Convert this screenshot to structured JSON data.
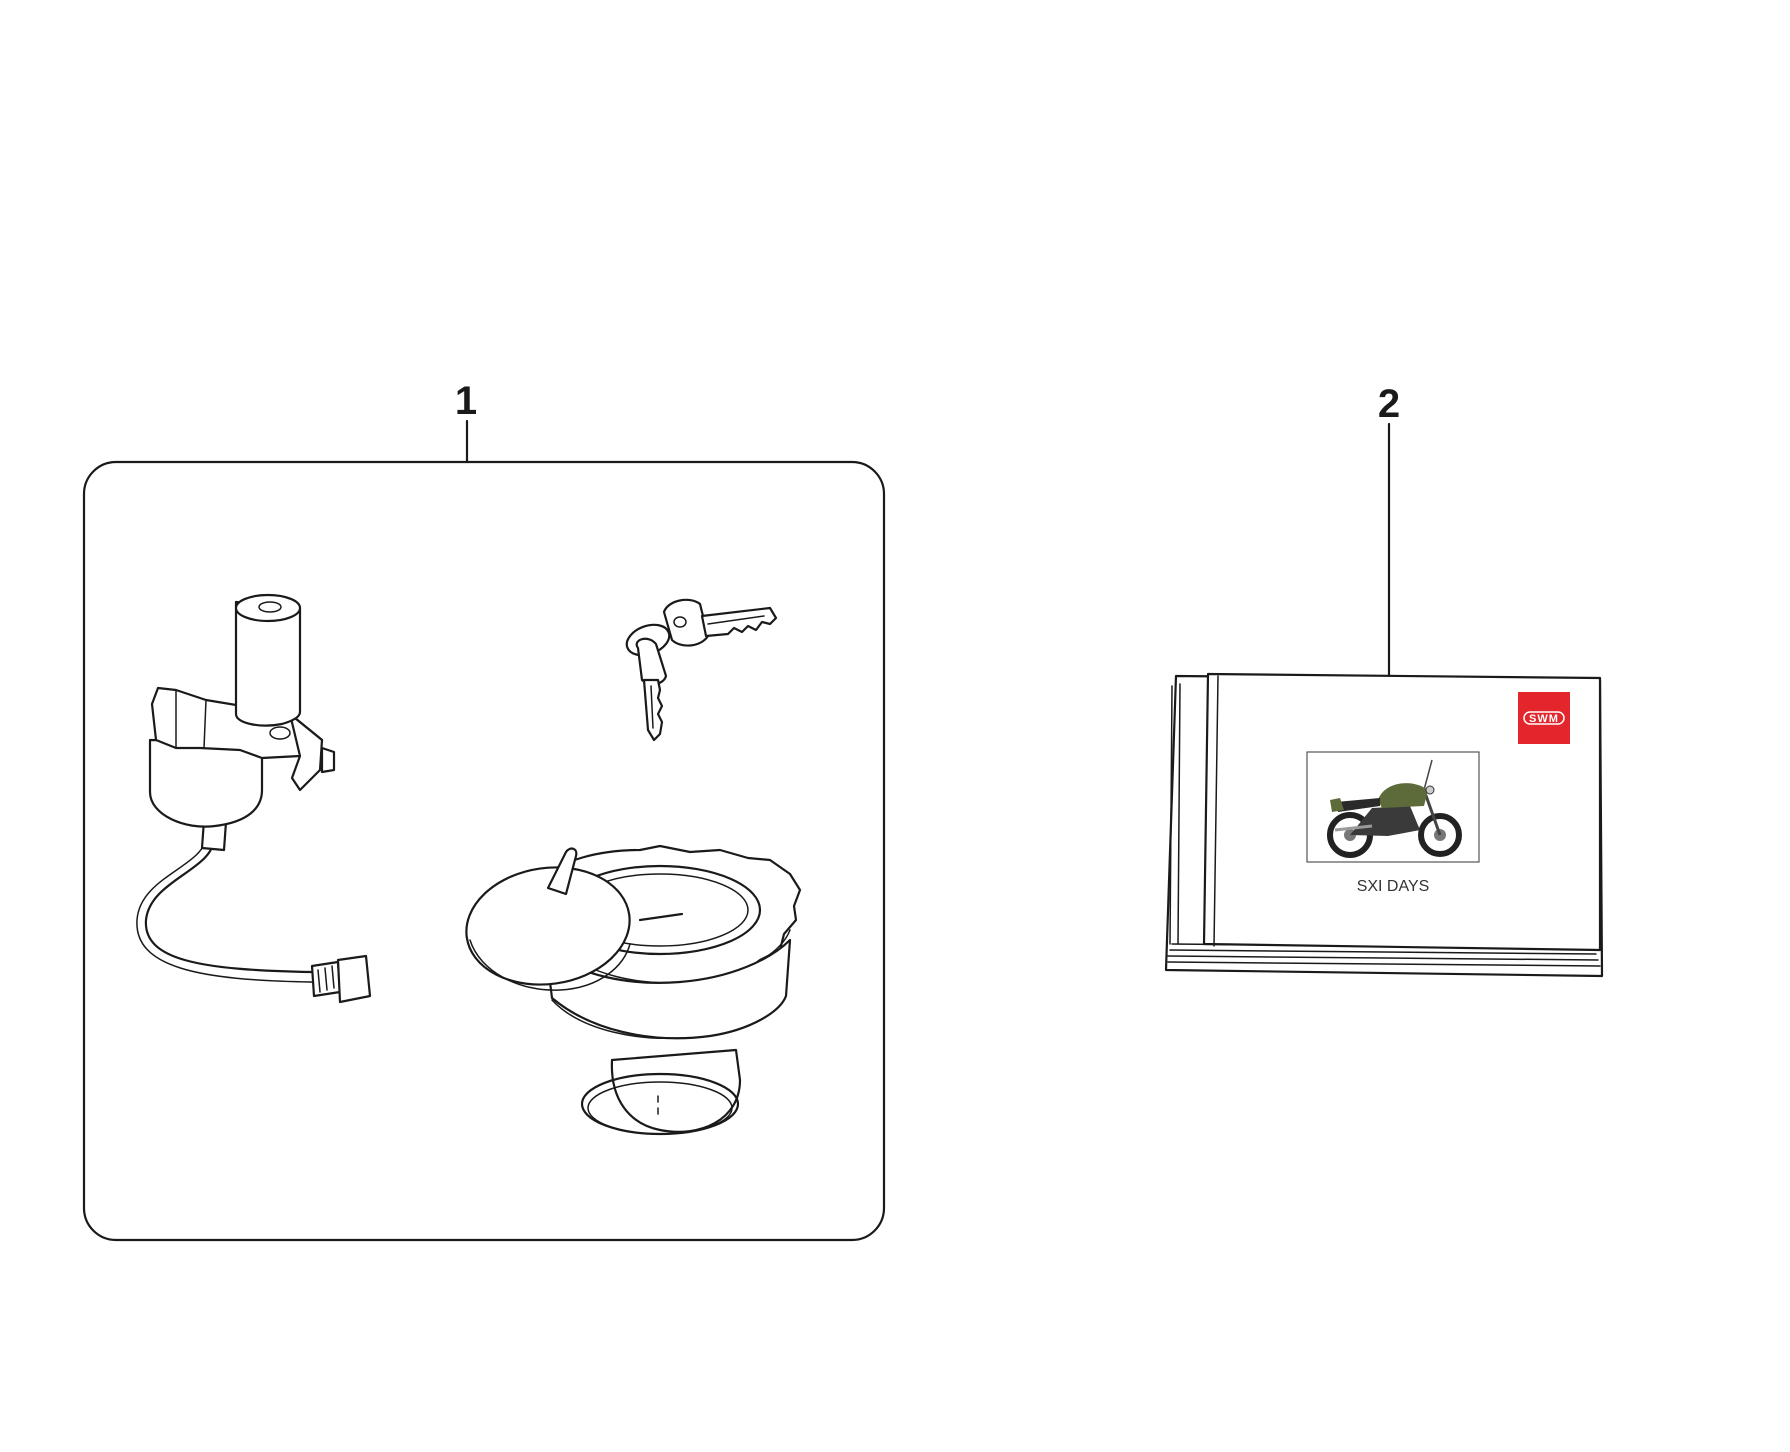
{
  "callouts": [
    {
      "label": "1"
    },
    {
      "label": "2"
    }
  ],
  "booklet": {
    "logo_text": "SWM",
    "title": "SXI DAYS"
  },
  "colors": {
    "logo_red": "#e2262b",
    "bike_green": "#5d6b3a",
    "line": "#1a1a1a"
  }
}
